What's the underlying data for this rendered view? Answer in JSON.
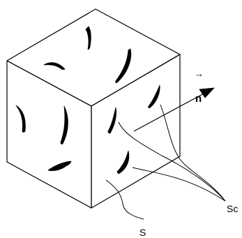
{
  "figure": {
    "normal_vector_symbol": "n",
    "normal_vector_accent": "→",
    "label_sc": "Sc",
    "label_s": "S",
    "colors": {
      "stroke": "#000000",
      "fill": "#000000",
      "background": "#ffffff"
    }
  }
}
